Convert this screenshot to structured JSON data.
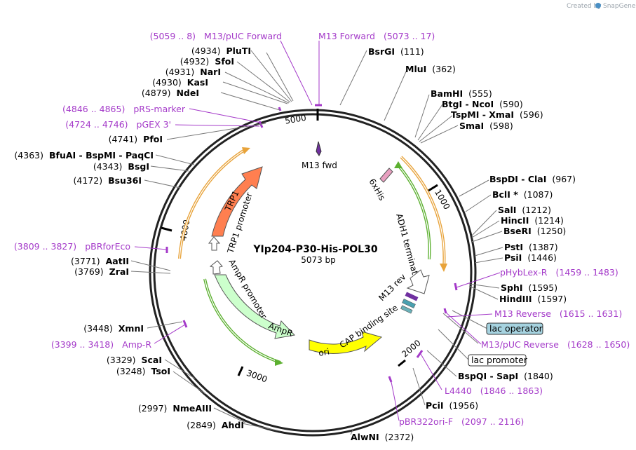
{
  "branding": {
    "text": "Created by",
    "logo_text": "SnapGene",
    "color": "#9aa3ab"
  },
  "plasmid": {
    "name": "YIp204-P30-His-POL30",
    "length_label": "5073 bp"
  },
  "ticks": [
    "1000",
    "2000",
    "3000",
    "4000",
    "5000"
  ],
  "enzymes": [
    {
      "pos": "(111)",
      "name": "BsrGI"
    },
    {
      "pos": "(362)",
      "name": "MluI"
    },
    {
      "pos": "(555)",
      "name": "BamHI"
    },
    {
      "pos": "(590)",
      "name": "BtgI - NcoI"
    },
    {
      "pos": "(596)",
      "name": "TspMI - XmaI"
    },
    {
      "pos": "(598)",
      "name": "SmaI"
    },
    {
      "pos": "(967)",
      "name": "BspDI - ClaI"
    },
    {
      "pos": "(1087)",
      "name": "BclI *"
    },
    {
      "pos": "(1212)",
      "name": "SalI"
    },
    {
      "pos": "(1214)",
      "name": "HincII"
    },
    {
      "pos": "(1250)",
      "name": "BseRI"
    },
    {
      "pos": "(1387)",
      "name": "PstI"
    },
    {
      "pos": "(1446)",
      "name": "PsiI"
    },
    {
      "pos": "(1595)",
      "name": "SphI"
    },
    {
      "pos": "(1597)",
      "name": "HindIII"
    },
    {
      "pos": "(1840)",
      "name": "BspQI - SapI"
    },
    {
      "pos": "(1956)",
      "name": "PciI"
    },
    {
      "pos": "(2372)",
      "name": "AlwNI"
    },
    {
      "pos": "(2849)",
      "name": "AhdI"
    },
    {
      "pos": "(2997)",
      "name": "NmeAIII"
    },
    {
      "pos": "(3248)",
      "name": "TsoI"
    },
    {
      "pos": "(3329)",
      "name": "ScaI"
    },
    {
      "pos": "(3448)",
      "name": "XmnI"
    },
    {
      "pos": "(3769)",
      "name": "ZraI"
    },
    {
      "pos": "(3771)",
      "name": "AatII"
    },
    {
      "pos": "(4172)",
      "name": "Bsu36I"
    },
    {
      "pos": "(4343)",
      "name": "BsgI"
    },
    {
      "pos": "(4363)",
      "name": "BfuAI - BspMI - PaqCI"
    },
    {
      "pos": "(4741)",
      "name": "PfoI"
    },
    {
      "pos": "(4879)",
      "name": "NdeI"
    },
    {
      "pos": "(4930)",
      "name": "KasI"
    },
    {
      "pos": "(4931)",
      "name": "NarI"
    },
    {
      "pos": "(4932)",
      "name": "SfoI"
    },
    {
      "pos": "(4934)",
      "name": "PluTI"
    }
  ],
  "primers": [
    {
      "name": "M13 Forward",
      "range": "(5073 .. 17)"
    },
    {
      "name": "M13/pUC Forward",
      "range": "(5059 .. 8)"
    },
    {
      "name": "pRS-marker",
      "range": "(4846 .. 4865)"
    },
    {
      "name": "pGEX 3'",
      "range": "(4724 .. 4746)"
    },
    {
      "name": "pBRforEco",
      "range": "(3809 .. 3827)"
    },
    {
      "name": "Amp-R",
      "range": "(3399 .. 3418)"
    },
    {
      "name": "pHybLex-R",
      "range": "(1459 .. 1483)"
    },
    {
      "name": "M13 Reverse",
      "range": "(1615 .. 1631)"
    },
    {
      "name": "M13/pUC Reverse",
      "range": "(1628 .. 1650)"
    },
    {
      "name": "L4440",
      "range": "(1846 .. 1863)"
    },
    {
      "name": "pBR322ori-F",
      "range": "(2097 .. 2116)"
    }
  ],
  "boxed_features": {
    "lac_operator": "lac operator",
    "lac_promoter": "lac promoter"
  },
  "features": {
    "trp1": "TRP1",
    "trp1_promoter": "TRP1 promoter",
    "ampr": "AmpR",
    "ampr_promoter": "AmpR promoter",
    "ori": "ori",
    "cap_site": "CAP binding site",
    "m13_rev": "M13 rev",
    "adh1": "ADH1 terminator",
    "his": "6xHis",
    "m13_fwd": "M13 fwd"
  },
  "colors": {
    "primer": "#a43ac9",
    "trp1": "#ff7f50",
    "ampr": "#ccffcc",
    "ori": "#ffff00",
    "orf_arc": "#e8a33a",
    "green_arc": "#5cb030",
    "lac_operator_fill": "#a6d3e0",
    "his_fill": "#e8a0c0"
  }
}
